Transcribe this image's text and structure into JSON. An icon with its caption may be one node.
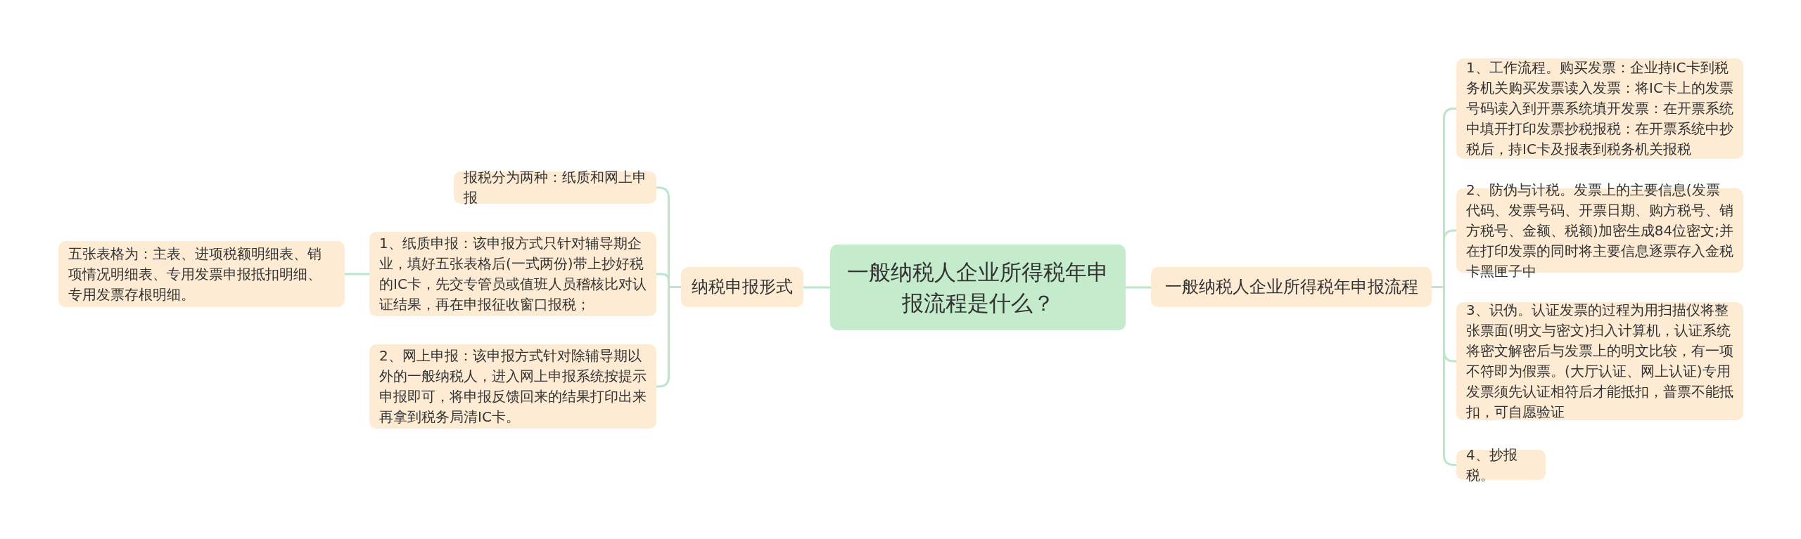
{
  "diagram": {
    "nodes": [
      {
        "text": [
          "一般纳税人企业所得税年申报流程是什么？"
        ]
      },
      {
        "text": [
          "纳税申报形式"
        ]
      },
      {
        "text": [
          "报税分为两种：纸质和网上申报"
        ]
      },
      {
        "text": [
          "1、纸质申报：该申报方式只针对辅导期企业，填好五张表格后(一式两份)带上抄好税的IC卡，先交专管员或值班人员稽核比对认证结果，再在申报征收窗口报税；"
        ]
      },
      {
        "text": [
          "五张表格为：主表、进项税额明细表、销项情况明细表、专用发票申报抵扣明细、专用发票存根明细。"
        ]
      },
      {
        "text": [
          "2、网上申报：该申报方式针对除辅导期以外的一般纳税人，进入网上申报系统按提示申报即可，将申报反馈回来的结果打印出来再拿到税务局清IC卡。"
        ]
      },
      {
        "text": [
          "一般纳税人企业所得税年申报流程"
        ]
      },
      {
        "text": [
          "1、工作流程。购买发票：企业持IC卡到税务机关购买发票读入发票：将IC卡上的发票号码读入到开票系统填开发票：在开票系统中填开打印发票抄税报税：在开票系统中抄税后，持IC卡及报表到税务机关报税"
        ]
      },
      {
        "text": [
          "2、防伪与计税。发票上的主要信息(发票代码、发票号码、开票日期、购方税号、销方税号、金额、税额)加密生成84位密文;并在打印发票的同时将主要信息逐票存入金税卡黑匣子中"
        ]
      },
      {
        "text": [
          "3、识伪。认证发票的过程为用扫描仪将整张票面(明文与密文)扫入计算机，认证系统将密文解密后与发票上的明文比较，有一项不符即为假票。(大厅认证、网上认证)专用发票须先认证相符后才能抵扣，普票不能抵扣，可自愿验证"
        ]
      },
      {
        "text": [
          "4、抄报税。"
        ]
      }
    ],
    "edges": [
      {
        "from": 0,
        "to": 1,
        "arrow": "none"
      },
      {
        "from": 1,
        "to": 2,
        "arrow": "none"
      },
      {
        "from": 1,
        "to": 3,
        "arrow": "none"
      },
      {
        "from": 3,
        "to": 4,
        "arrow": "none"
      },
      {
        "from": 1,
        "to": 5,
        "arrow": "none"
      },
      {
        "from": 0,
        "to": 6,
        "arrow": "none"
      },
      {
        "from": 6,
        "to": 7,
        "arrow": "none"
      },
      {
        "from": 6,
        "to": 8,
        "arrow": "none"
      },
      {
        "from": 6,
        "to": 9,
        "arrow": "none"
      },
      {
        "from": 6,
        "to": 10,
        "arrow": "none"
      }
    ]
  }
}
